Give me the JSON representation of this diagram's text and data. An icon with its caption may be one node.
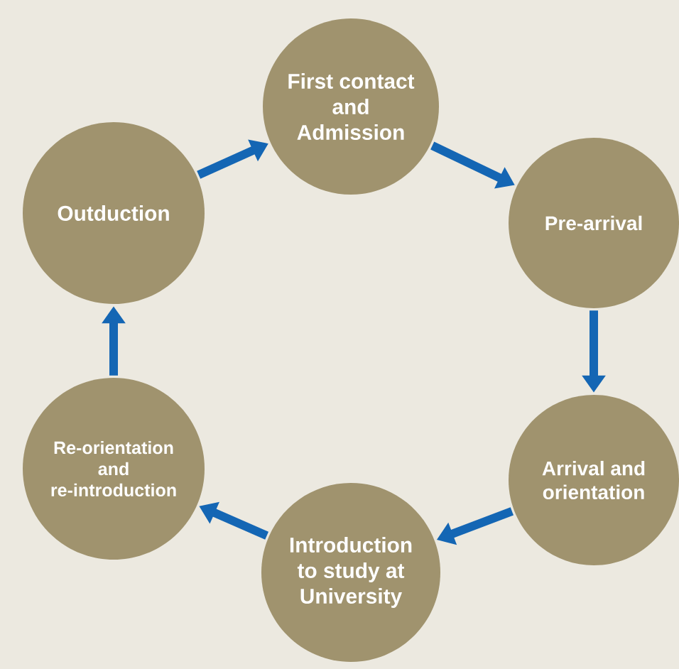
{
  "diagram": {
    "nodes": [
      {
        "text": [
          "First contact and Admission"
        ]
      },
      {
        "text": [
          "Pre-arrival"
        ]
      },
      {
        "text": [
          "Arrival and orientation"
        ]
      },
      {
        "text": [
          "Introduction to study at University"
        ]
      },
      {
        "text": [
          "Re-orientation and re-introduction"
        ]
      },
      {
        "text": [
          "Outduction"
        ]
      }
    ],
    "edges": [
      {
        "from": 0,
        "to": 1,
        "arrow": "to"
      },
      {
        "from": 1,
        "to": 2,
        "arrow": "to"
      },
      {
        "from": 2,
        "to": 3,
        "arrow": "to"
      },
      {
        "from": 3,
        "to": 4,
        "arrow": "to"
      },
      {
        "from": 4,
        "to": 5,
        "arrow": "to"
      },
      {
        "from": 5,
        "to": 0,
        "arrow": "to"
      }
    ]
  }
}
